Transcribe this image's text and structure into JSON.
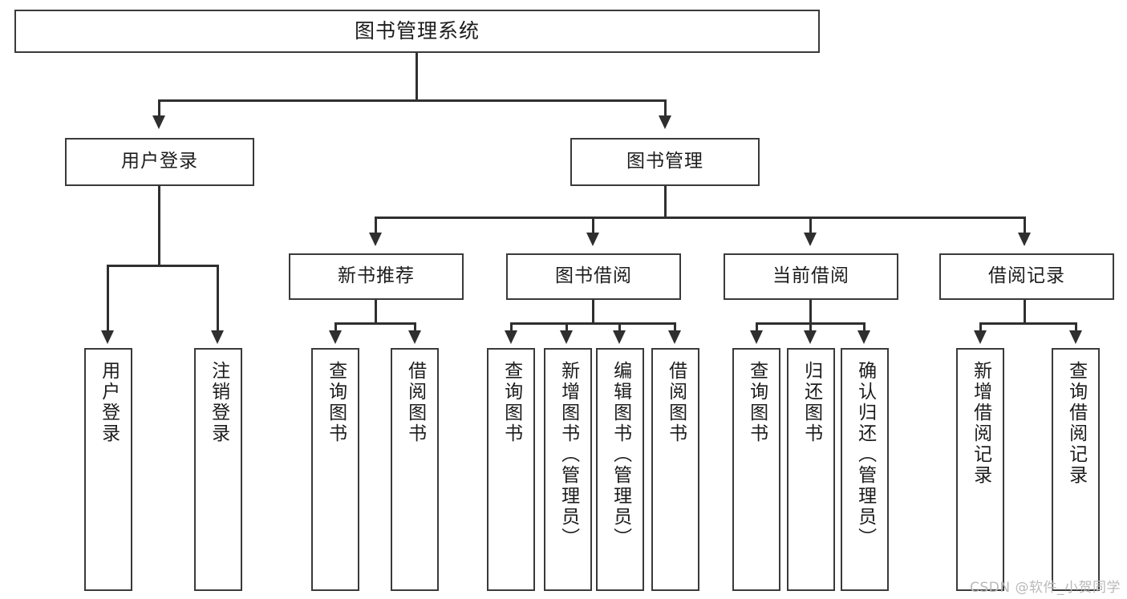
{
  "diagram": {
    "type": "tree",
    "title": "图书管理系统",
    "watermark": "CSDN @软件_小贺同学",
    "colors": {
      "background": "#ffffff",
      "box_border": "#3a3a3a",
      "connector": "#2f2f2f",
      "text": "#1c1c1c",
      "watermark": "#b9b9b9"
    },
    "root": {
      "label": "图书管理系统"
    },
    "level2": [
      {
        "label": "用户登录"
      },
      {
        "label": "图书管理"
      }
    ],
    "level3": [
      {
        "label": "新书推荐"
      },
      {
        "label": "图书借阅"
      },
      {
        "label": "当前借阅"
      },
      {
        "label": "借阅记录"
      }
    ],
    "leaves": {
      "user_login": [
        {
          "label": "用户登录"
        },
        {
          "label": "注销登录"
        }
      ],
      "new_book_recommend": [
        {
          "label": "查询图书"
        },
        {
          "label": "借阅图书"
        }
      ],
      "book_borrow": [
        {
          "label": "查询图书"
        },
        {
          "label": "新增图书（管理员）"
        },
        {
          "label": "编辑图书（管理员）"
        },
        {
          "label": "借阅图书"
        }
      ],
      "current_borrow": [
        {
          "label": "查询图书"
        },
        {
          "label": "归还图书"
        },
        {
          "label": "确认归还（管理员）"
        }
      ],
      "borrow_record": [
        {
          "label": "新增借阅记录"
        },
        {
          "label": "查询借阅记录"
        }
      ]
    }
  }
}
